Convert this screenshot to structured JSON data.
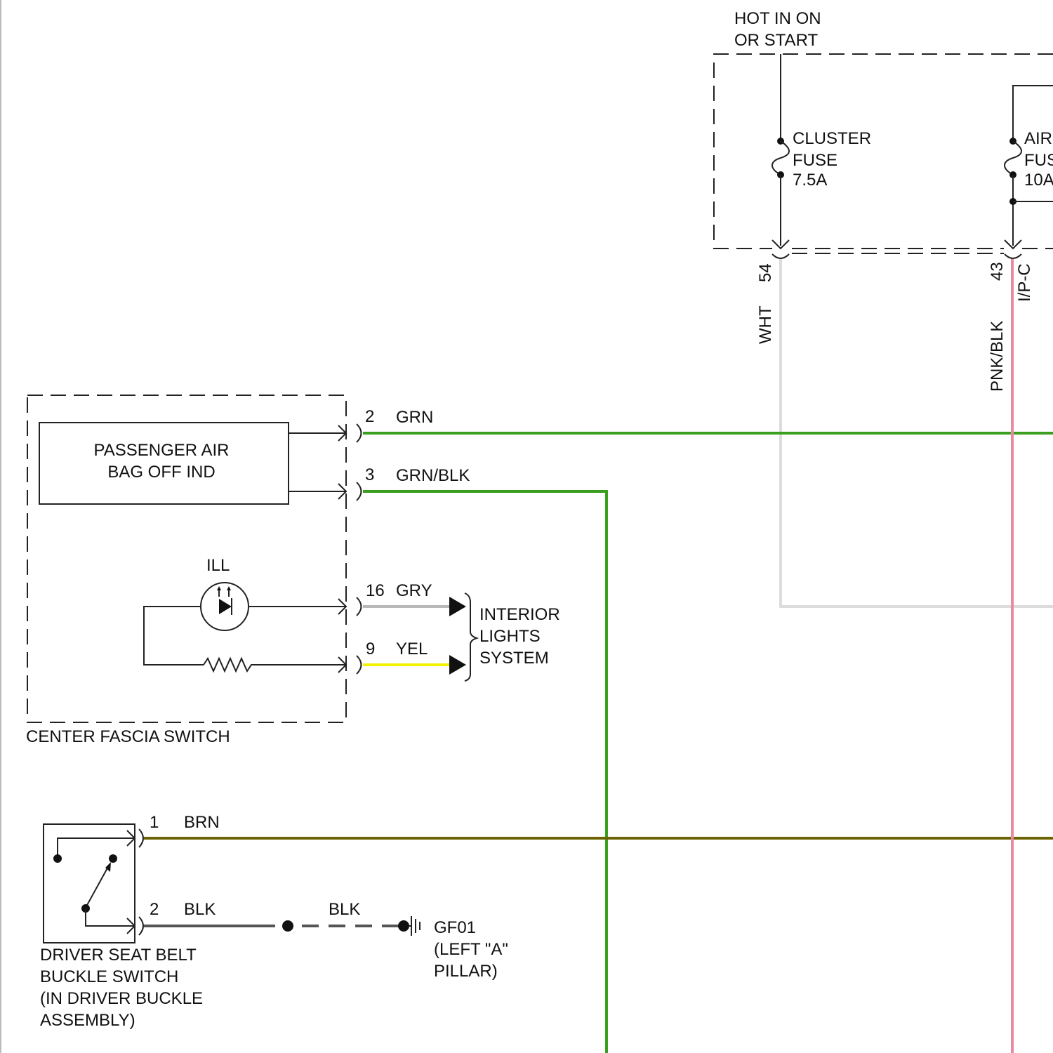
{
  "power": {
    "hot_line1": "HOT IN ON",
    "hot_line2": "OR START",
    "fuse1": {
      "line1": "CLUSTER",
      "line2": "FUSE",
      "line3": "7.5A"
    },
    "fuse2": {
      "line1": "AIR",
      "line2": "FUS",
      "line3": "10A"
    },
    "pin_54": "54",
    "wire_wht": "WHT",
    "pin_43": "43",
    "connector_ipc": "I/P-C",
    "wire_pnk_blk": "PNK/BLK"
  },
  "center_fascia": {
    "indicator_line1": "PASSENGER AIR",
    "indicator_line2": "BAG OFF IND",
    "ill_label": "ILL",
    "title": "CENTER FASCIA SWITCH",
    "pin_2": "2",
    "wire_2": "GRN",
    "pin_3": "3",
    "wire_3": "GRN/BLK",
    "pin_16": "16",
    "wire_16": "GRY",
    "pin_9": "9",
    "wire_9": "YEL"
  },
  "interior_lights": {
    "line1": "INTERIOR",
    "line2": "LIGHTS",
    "line3": "SYSTEM"
  },
  "buckle_switch": {
    "pin_1": "1",
    "wire_1": "BRN",
    "pin_2": "2",
    "wire_2": "BLK",
    "wire_ground": "BLK",
    "title_line1": "DRIVER SEAT BELT",
    "title_line2": "BUCKLE SWITCH",
    "title_line3": "(IN DRIVER BUCKLE",
    "title_line4": "ASSEMBLY)"
  },
  "ground": {
    "line1": "GF01",
    "line2": "(LEFT \"A\"",
    "line3": "PILLAR)"
  },
  "colors": {
    "grn": "#3a9e1e",
    "grn_blk": "#3a9e1e",
    "gry": "#b8b8b8",
    "yel": "#f2f200",
    "brn": "#6b6200",
    "blk": "#555555",
    "wht": "#dcdcdc",
    "pnk_blk": "#e88aa0"
  }
}
